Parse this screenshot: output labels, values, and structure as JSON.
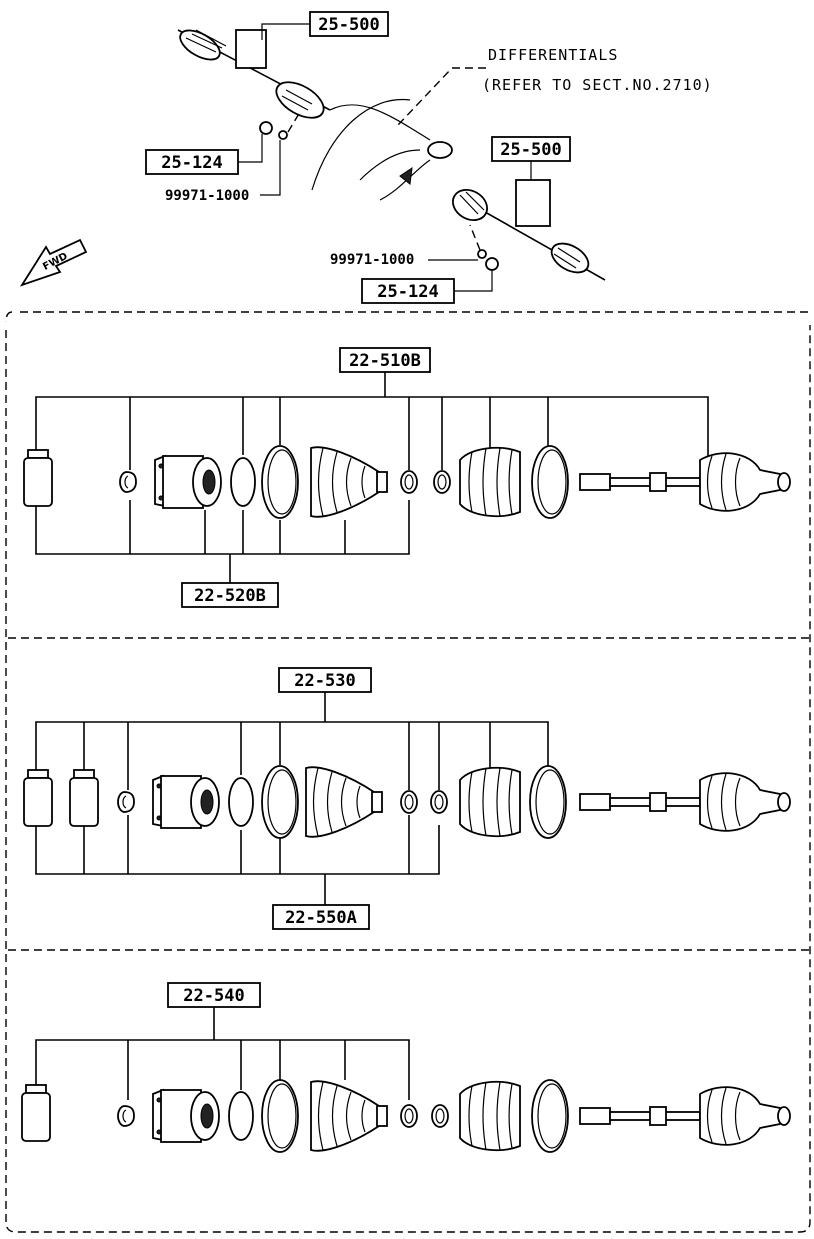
{
  "top": {
    "label_shaft_upper": "25-500",
    "label_shaft_lower": "25-500",
    "label_clip_left": "25-124",
    "label_clip_bottom": "25-124",
    "part_left": "99971-1000",
    "part_bottom": "99971-1000",
    "note_line1": "DIFFERENTIALS",
    "note_line2": "(REFER TO SECT.NO.2710)",
    "fwd": "FWD"
  },
  "sections": [
    {
      "top_label": "22-510B",
      "bottom_label": "22-520B"
    },
    {
      "top_label": "22-530",
      "bottom_label": "22-550A"
    },
    {
      "top_label": "22-540"
    }
  ]
}
